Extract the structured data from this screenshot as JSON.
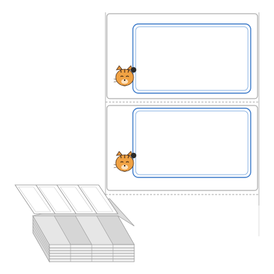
{
  "product": {
    "label_count_shown": 2,
    "label_shape": "rounded-rectangle",
    "frame_colors": {
      "outer": "#3a79c9",
      "inner": "#8ab3e3"
    },
    "mascot_icon": "tiger-cat-icon",
    "stack_icon": "fanfold-label-stack-icon",
    "fanfold_columns": 4
  }
}
